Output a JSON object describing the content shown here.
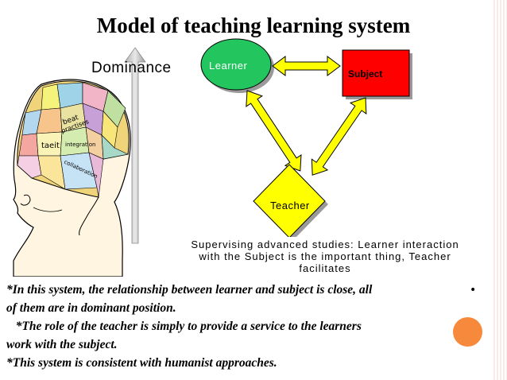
{
  "title": "Model of teaching learning system",
  "dominance_label": "Dominance",
  "nodes": {
    "learner": "Learner",
    "subject": "Subject",
    "teacher": "Teacher"
  },
  "caption": [
    "Supervising advanced studies: Learner interaction",
    "with the Subject is the important thing, Teacher",
    "facilitates"
  ],
  "bullets": [
    "*In this system, the relationship between learner and subject is close, all",
    "of them are in dominant position.",
    "   *The role of the teacher is simply to provide a service to the learners",
    "work with the subject.",
    "*This system is consistent with humanist approaches."
  ],
  "bullet_marker": "•",
  "colors": {
    "learner_fill": "#22c55e",
    "subject_fill": "#ff0000",
    "teacher_fill": "#ffff00",
    "arrow_fill": "#ffff00",
    "accent_circle": "#f7893c"
  },
  "head_art": {
    "icon": "phrenology-head-icon",
    "visible_labels": [
      "beat",
      "practises",
      "taeit",
      "integration",
      "collaboration"
    ]
  }
}
